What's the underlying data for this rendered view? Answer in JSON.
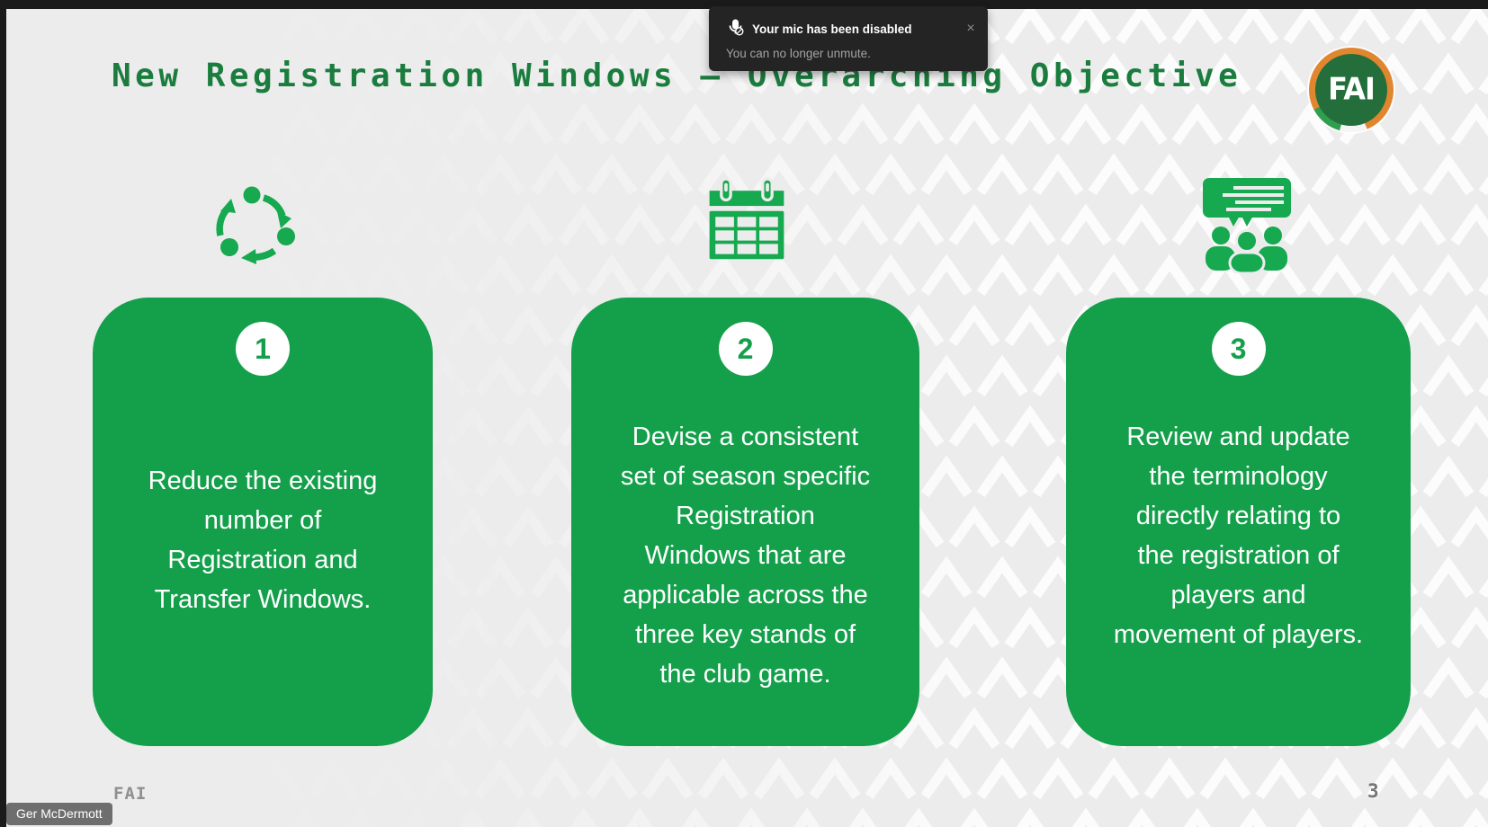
{
  "meeting": {
    "toast": {
      "title": "Your mic has been disabled",
      "subtitle": "You can no longer unmute.",
      "close_label": "×",
      "icon": "mic-disabled-icon"
    },
    "presenter_name": "Ger McDermott"
  },
  "slide": {
    "title": "New Registration Windows – Overarching Objective",
    "logo_text": "FAI",
    "footer_brand": "FAI",
    "page_number": "3",
    "cards": [
      {
        "number": "1",
        "icon": "cycle-icon",
        "text": "Reduce the existing\nnumber of\nRegistration and\nTransfer Windows."
      },
      {
        "number": "2",
        "icon": "calendar-icon",
        "text": "Devise a consistent\nset of season specific\nRegistration\nWindows that are\napplicable across the\nthree key stands of\nthe club game."
      },
      {
        "number": "3",
        "icon": "audience-icon",
        "text": "Review and update\nthe terminology\ndirectly relating to\nthe registration of\nplayers and\nmovement of players."
      }
    ],
    "colors": {
      "card_green": "#14a04b",
      "title_green": "#1a7d3e",
      "icon_green": "#16a94f",
      "logo_inner_green": "#236e3a",
      "logo_ring_orange": "#e0862f",
      "background_gray": "#ececec",
      "toast_background": "#242424"
    }
  }
}
